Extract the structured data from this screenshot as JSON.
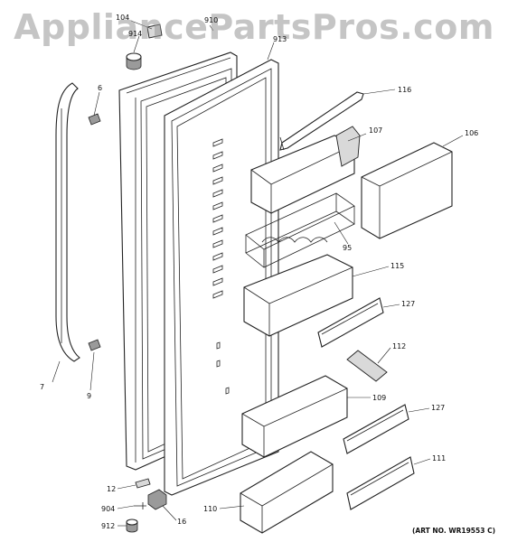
{
  "watermark": "AppliancePartsPros.com",
  "art_number": "(ART NO. WR19553 C)",
  "callouts": [
    {
      "id": "104",
      "text": "104"
    },
    {
      "id": "910",
      "text": "910"
    },
    {
      "id": "913",
      "text": "913"
    },
    {
      "id": "914",
      "text": "914"
    },
    {
      "id": "6",
      "text": "6"
    },
    {
      "id": "7",
      "text": "7"
    },
    {
      "id": "9",
      "text": "9"
    },
    {
      "id": "116",
      "text": "116"
    },
    {
      "id": "107",
      "text": "107"
    },
    {
      "id": "106",
      "text": "106"
    },
    {
      "id": "95",
      "text": "95"
    },
    {
      "id": "115",
      "text": "115"
    },
    {
      "id": "127a",
      "text": "127"
    },
    {
      "id": "112",
      "text": "112"
    },
    {
      "id": "109",
      "text": "109"
    },
    {
      "id": "127b",
      "text": "127"
    },
    {
      "id": "111",
      "text": "111"
    },
    {
      "id": "110",
      "text": "110"
    },
    {
      "id": "12",
      "text": "12"
    },
    {
      "id": "904",
      "text": "904"
    },
    {
      "id": "16",
      "text": "16"
    },
    {
      "id": "912",
      "text": "912"
    }
  ]
}
